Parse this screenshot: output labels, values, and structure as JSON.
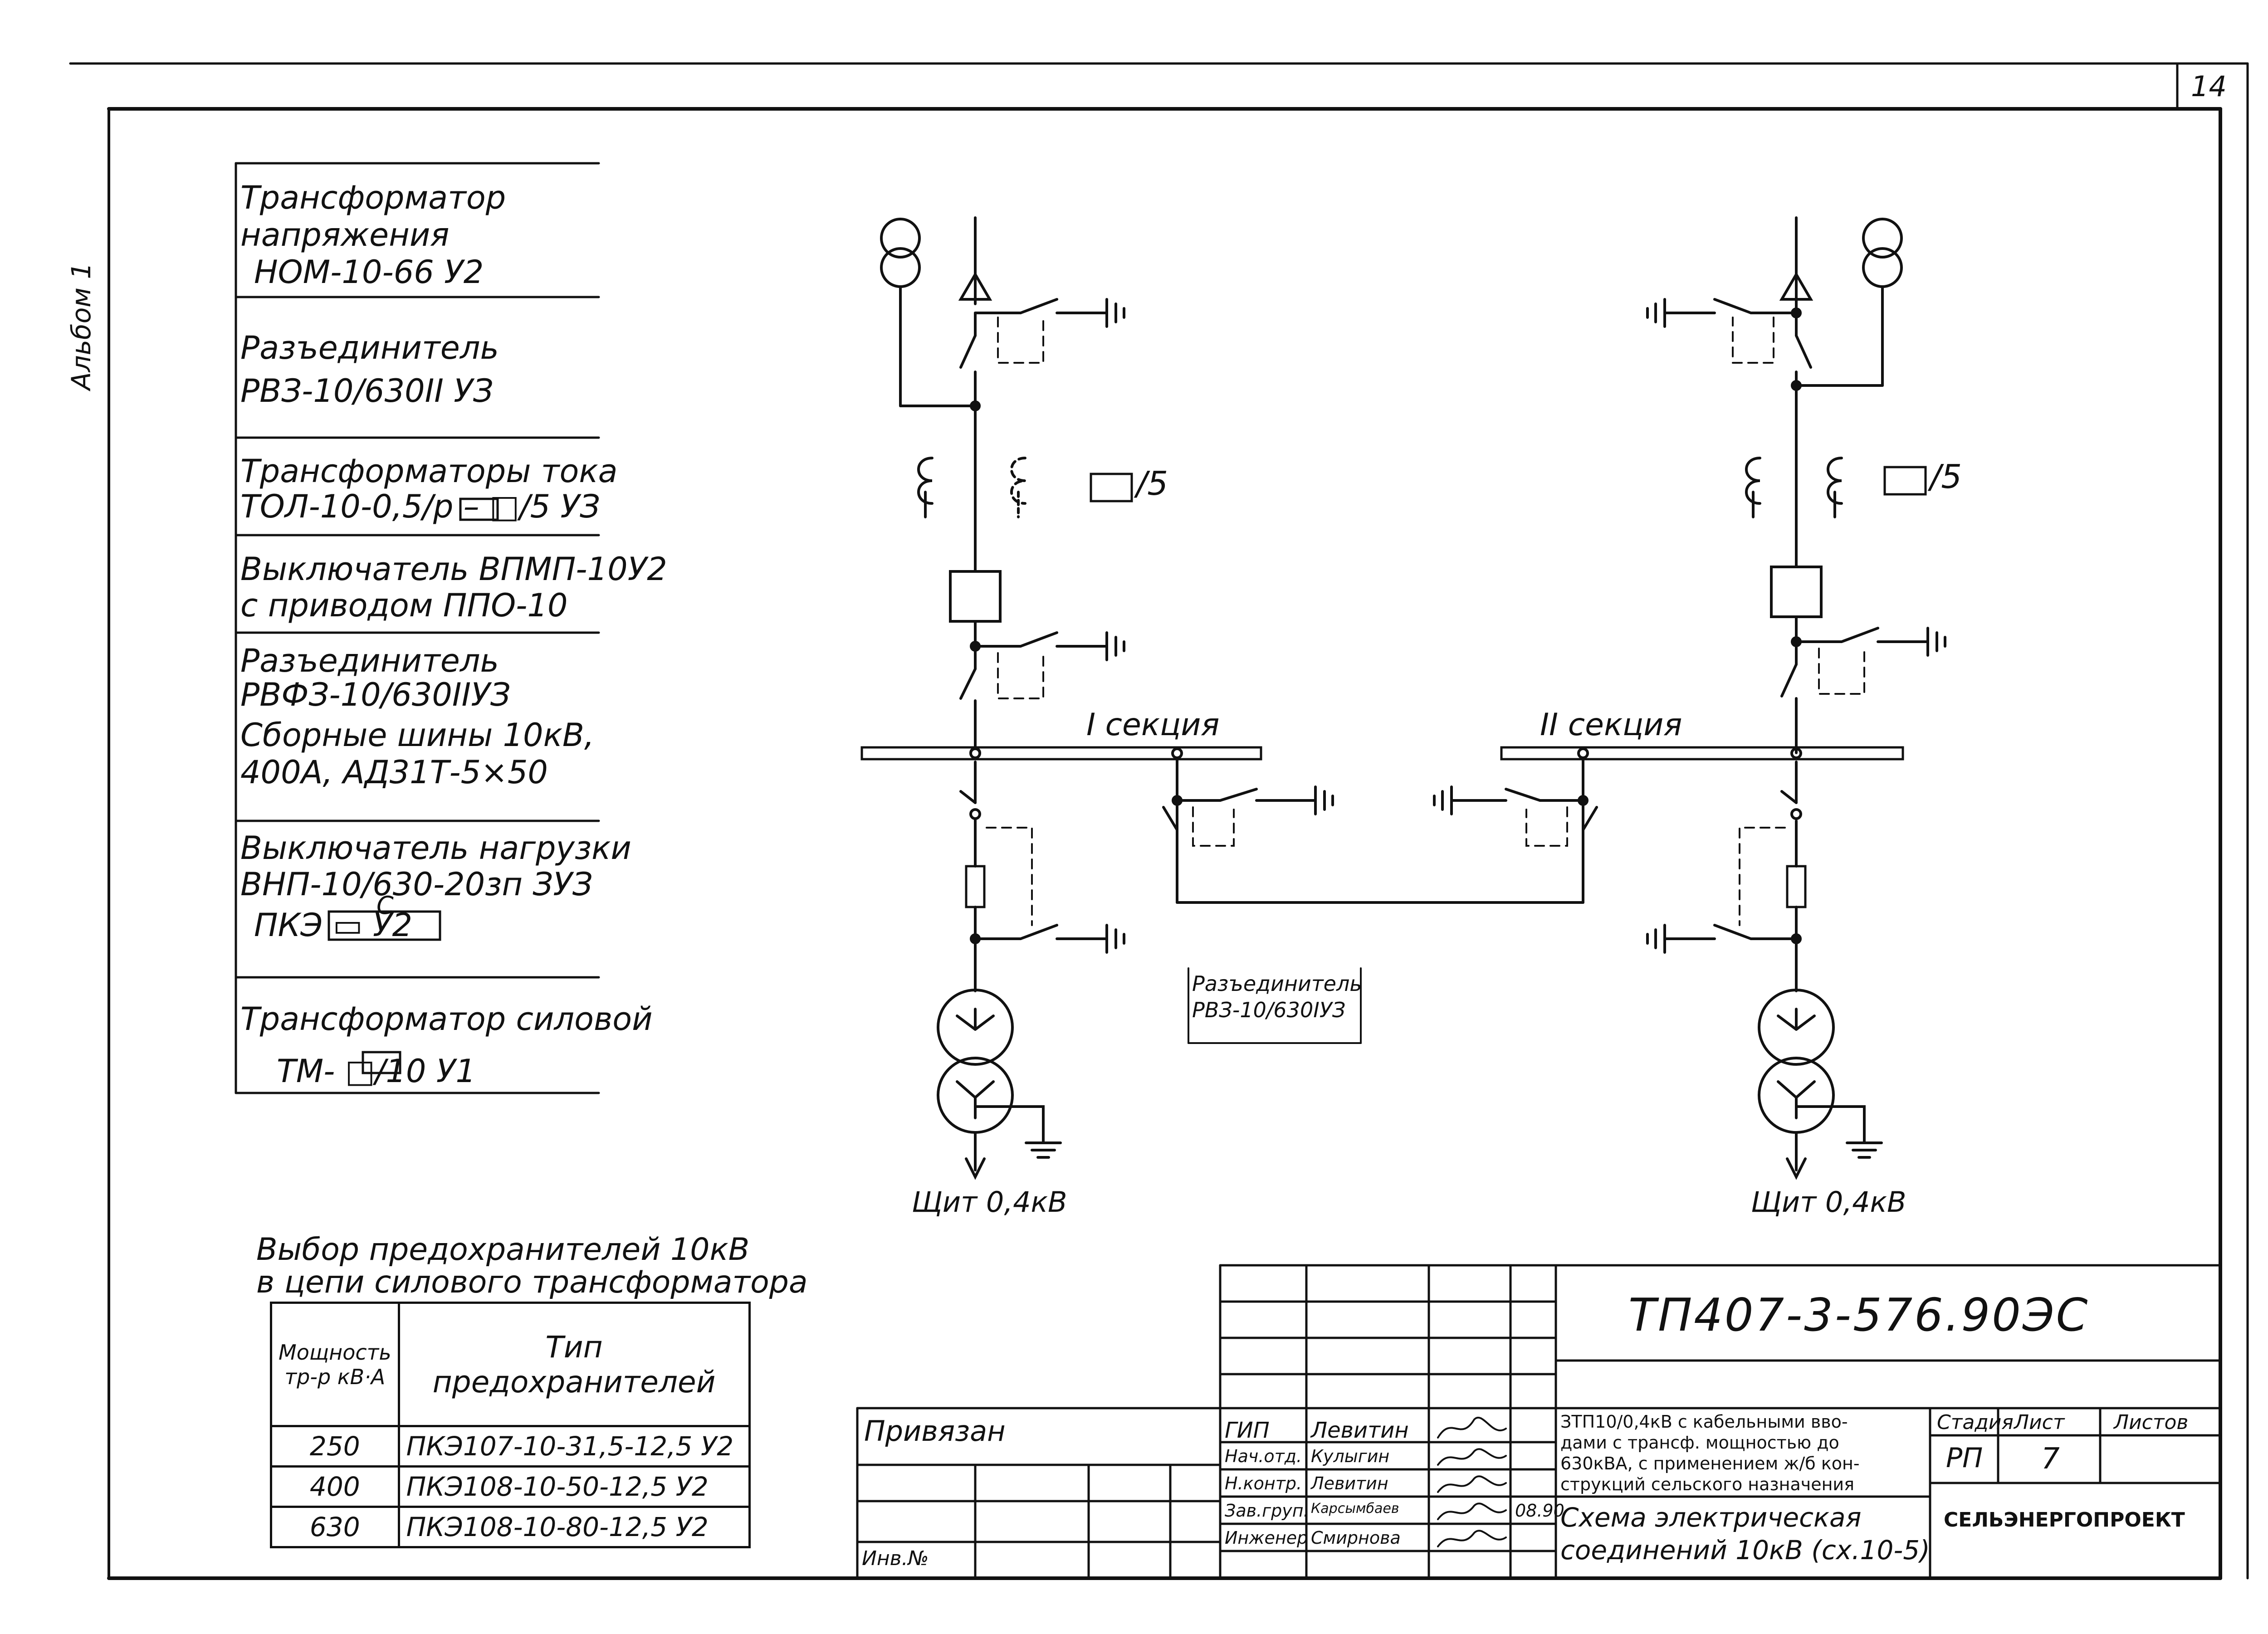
{
  "sheet": {
    "number": "14",
    "album_label": "Альбом 1"
  },
  "legend": [
    {
      "lines": [
        "Трансформатор",
        "напряжения",
        "НОМ-10-66 У2"
      ]
    },
    {
      "lines": [
        "Разъединитель",
        "РВЗ-10/630ІІ УЗ"
      ]
    },
    {
      "lines": [
        "Трансформаторы тока",
        "ТОЛ-10-0,5/р – □/5 УЗ"
      ]
    },
    {
      "lines": [
        "Выключатель ВПМП-10У2",
        "с приводом ППО-10"
      ]
    },
    {
      "lines": [
        "Разъединитель",
        "РВФЗ-10/630ІІУЗ"
      ]
    },
    {
      "lines": [
        "Сборные шины 10кВ,",
        "400А, АД31Т-5×50"
      ]
    },
    {
      "lines": [
        "Выключатель нагрузки",
        "ВНП-10/630-20зп ЗУЗ",
        "ПКЭ ▭ У2"
      ],
      "superscript": "С"
    },
    {
      "lines": [
        "Трансформатор силовой",
        "ТМ- □/10 У1"
      ]
    }
  ],
  "diagram": {
    "ct_ratio_left": "/5",
    "ct_ratio_right": "/5",
    "section_1": "I секция",
    "section_2": "II секция",
    "bus_disconnector_lines": [
      "Разъединитель",
      "РВЗ-10/630ІУЗ"
    ],
    "panel_left": "Щит 0,4кВ",
    "panel_right": "Щит 0,4кВ"
  },
  "fuse_table": {
    "title_lines": [
      "Выбор предохранителей 10кВ",
      "в цепи силового трансформатора"
    ],
    "headers": [
      "Мощность тр-р кВ·А",
      "Тип предохранителей"
    ],
    "rows": [
      [
        "250",
        "ПКЭ107-10-31,5-12,5 У2"
      ],
      [
        "400",
        "ПКЭ108-10-50-12,5 У2"
      ],
      [
        "630",
        "ПКЭ108-10-80-12,5 У2"
      ]
    ]
  },
  "title_block": {
    "code": "ТП407-3-576.90ЭС",
    "bound_label": "Привязан",
    "inv_label": "Инв.№",
    "staff": [
      {
        "role": "ГИП",
        "name": "Левитин"
      },
      {
        "role": "Нач.отд.",
        "name": "Кулыгин"
      },
      {
        "role": "Н.контр.",
        "name": "Левитин"
      },
      {
        "role": "Зав.груп.",
        "name": "Карсымбаев"
      },
      {
        "role": "Инженер",
        "name": "Смирнова"
      }
    ],
    "date": "08.90",
    "description_lines": [
      "ЗТП10/0,4кВ с кабельными вво-",
      "дами с трансф. мощностью до",
      "630кВА, с применением ж/б кон-",
      "струкций сельского назначения"
    ],
    "drawing_title_lines": [
      "Схема электрическая",
      "соединений 10кВ (сх.10-5)"
    ],
    "stage_label": "Стадия",
    "sheet_label": "Лист",
    "sheets_label": "Листов",
    "stage_value": "РП",
    "sheet_value": "7",
    "organization": "СЕЛЬЭНЕРГОПРОЕКТ"
  }
}
